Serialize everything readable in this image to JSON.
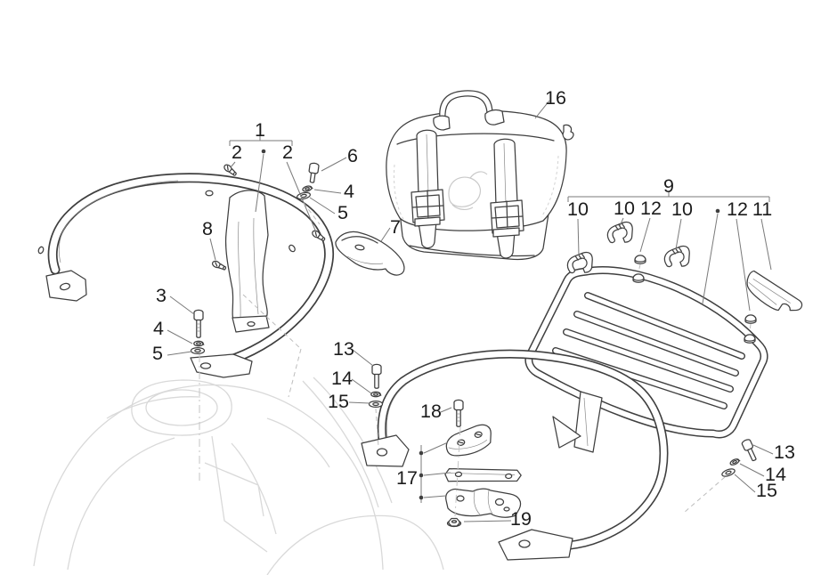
{
  "figure": {
    "background_color": "#ffffff",
    "line_color": "#3f3f3f",
    "leader_color": "#7a7a7a",
    "faint_color": "#d9d9d9",
    "label_color": "#1c1c1c"
  },
  "callouts": [
    {
      "label": "1"
    },
    {
      "label": "2"
    },
    {
      "label": "2"
    },
    {
      "label": "6"
    },
    {
      "label": "4"
    },
    {
      "label": "5"
    },
    {
      "label": "8"
    },
    {
      "label": "3"
    },
    {
      "label": "4"
    },
    {
      "label": "5"
    },
    {
      "label": "7"
    },
    {
      "label": "16"
    },
    {
      "label": "9"
    },
    {
      "label": "10"
    },
    {
      "label": "10"
    },
    {
      "label": "12"
    },
    {
      "label": "10"
    },
    {
      "label": "12"
    },
    {
      "label": "11"
    },
    {
      "label": "13"
    },
    {
      "label": "14"
    },
    {
      "label": "15"
    },
    {
      "label": "18"
    },
    {
      "label": "17"
    },
    {
      "label": "19"
    },
    {
      "label": "13"
    },
    {
      "label": "14"
    },
    {
      "label": "15"
    }
  ]
}
